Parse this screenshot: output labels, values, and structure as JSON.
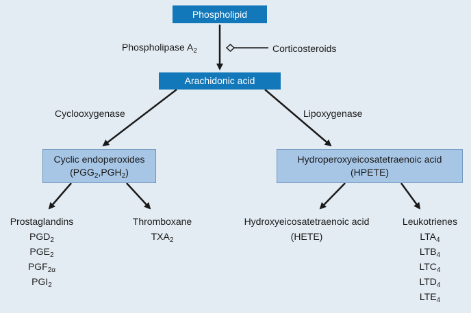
{
  "nodes": {
    "phospholipid": "Phospholipid",
    "arachidonic_acid": "Arachidonic acid",
    "cyclic_endoperoxides": {
      "line1": "Cyclic endoperoxides",
      "line2_a": "(PGG",
      "line2_a_sub": "2",
      "line2_b": ",PGH",
      "line2_b_sub": "2",
      "line2_c": ")"
    },
    "hpete": {
      "line1": "Hydroperoxyeicosatetraenoic acid",
      "line2": "(HPETE)"
    }
  },
  "enzymes": {
    "phospholipase": "Phospholipase A",
    "phospholipase_sub": "2",
    "corticosteroids": "Corticosteroids",
    "cyclooxygenase": "Cyclooxygenase",
    "lipoxygenase": "Lipoxygenase"
  },
  "products": {
    "prostaglandins": {
      "title": "Prostaglandins",
      "items": [
        {
          "base": "PGD",
          "sub": "2"
        },
        {
          "base": "PGE",
          "sub": "2"
        },
        {
          "base": "PGF",
          "sub": "2α"
        },
        {
          "base": "PGI",
          "sub": "2"
        }
      ]
    },
    "thromboxane": {
      "title": "Thromboxane",
      "item_base": "TXA",
      "item_sub": "2"
    },
    "hete": {
      "title": "Hydroxyeicosatetraenoic acid",
      "item": "(HETE)"
    },
    "leukotrienes": {
      "title": "Leukotrienes",
      "items": [
        {
          "base": "LTA",
          "sub": "4"
        },
        {
          "base": "LTB",
          "sub": "4"
        },
        {
          "base": "LTC",
          "sub": "4"
        },
        {
          "base": "LTD",
          "sub": "4"
        },
        {
          "base": "LTE",
          "sub": "4"
        }
      ]
    }
  }
}
